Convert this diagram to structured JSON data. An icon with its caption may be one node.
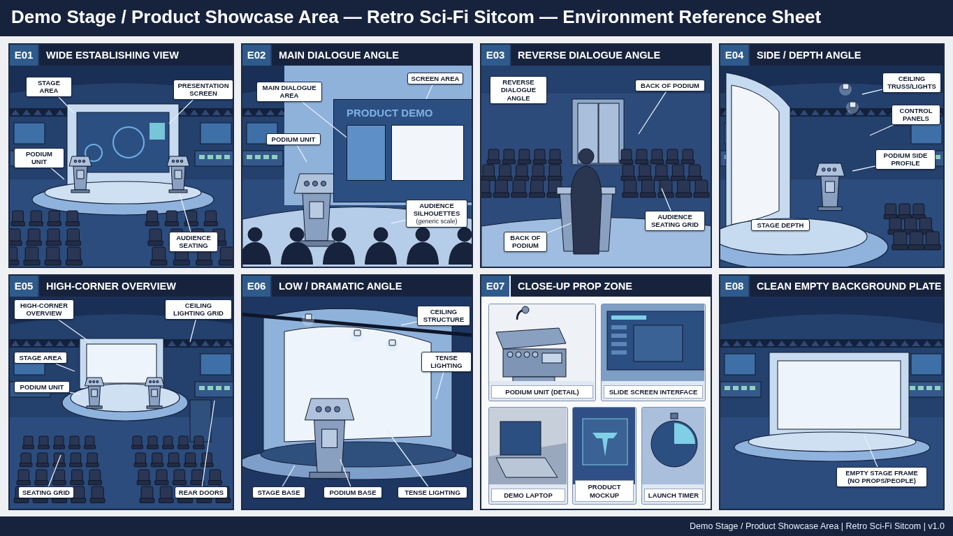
{
  "diagram": {
    "title": "Demo Stage / Product Showcase Area — Retro Sci-Fi Sitcom — Environment Reference Sheet",
    "caption": "Demo Stage / Product Showcase Area | Retro Sci-Fi Sitcom | v1.0",
    "nodes": [
      {
        "text": [
          "E01",
          "WIDE ESTABLISHING VIEW"
        ]
      },
      {
        "text": [
          "STAGE AREA"
        ],
        "in": 0
      },
      {
        "text": [
          "PRESENTATION SCREEN"
        ],
        "in": 0
      },
      {
        "text": [
          "PODIUM UNIT"
        ],
        "in": 0
      },
      {
        "text": [
          "AUDIENCE SEATING"
        ],
        "in": 0
      },
      {
        "text": [
          "E02",
          "MAIN DIALOGUE ANGLE"
        ]
      },
      {
        "text": [
          "MAIN DIALOGUE AREA"
        ],
        "in": 5
      },
      {
        "text": [
          "SCREEN AREA"
        ],
        "in": 5
      },
      {
        "text": [
          "PODIUM UNIT"
        ],
        "in": 5
      },
      {
        "text": [
          "AUDIENCE SILHOUETTES",
          "(generic scale)"
        ],
        "in": 5
      },
      {
        "text": [
          "E03",
          "REVERSE DIALOGUE ANGLE"
        ]
      },
      {
        "text": [
          "REVERSE DIALOGUE ANGLE"
        ],
        "in": 10
      },
      {
        "text": [
          "BACK OF PODIUM"
        ],
        "in": 10
      },
      {
        "text": [
          "AUDIENCE SEATING GRID"
        ],
        "in": 10
      },
      {
        "text": [
          "BACK OF PODIUM"
        ],
        "in": 10
      },
      {
        "text": [
          "E04",
          "SIDE / DEPTH ANGLE"
        ]
      },
      {
        "text": [
          "CEILING TRUSS/LIGHTS"
        ],
        "in": 15
      },
      {
        "text": [
          "CONTROL PANELS"
        ],
        "in": 15
      },
      {
        "text": [
          "PODIUM SIDE PROFILE"
        ],
        "in": 15
      },
      {
        "text": [
          "STAGE DEPTH"
        ],
        "in": 15
      },
      {
        "text": [
          "E05",
          "HIGH-CORNER OVERVIEW"
        ]
      },
      {
        "text": [
          "HIGH-CORNER OVERVIEW"
        ],
        "in": 20
      },
      {
        "text": [
          "CEILING LIGHTING GRID"
        ],
        "in": 20
      },
      {
        "text": [
          "STAGE AREA"
        ],
        "in": 20
      },
      {
        "text": [
          "PODIUM UNIT"
        ],
        "in": 20
      },
      {
        "text": [
          "SEATING GRID"
        ],
        "in": 20
      },
      {
        "text": [
          "REAR DOORS"
        ],
        "in": 20
      },
      {
        "text": [
          "E06",
          "LOW / DRAMATIC ANGLE"
        ]
      },
      {
        "text": [
          "CEILING STRUCTURE"
        ],
        "in": 27
      },
      {
        "text": [
          "TENSE LIGHTING"
        ],
        "in": 27
      },
      {
        "text": [
          "STAGE BASE"
        ],
        "in": 27
      },
      {
        "text": [
          "PODIUM BASE"
        ],
        "in": 27
      },
      {
        "text": [
          "TENSE LIGHTING"
        ],
        "in": 27
      },
      {
        "text": [
          "E07",
          "CLOSE-UP PROP ZONE"
        ]
      },
      {
        "text": [
          "PODIUM UNIT (DETAIL)"
        ],
        "in": 33
      },
      {
        "text": [
          "SLIDE SCREEN INTERFACE"
        ],
        "in": 33
      },
      {
        "text": [
          "DEMO LAPTOP"
        ],
        "in": 33
      },
      {
        "text": [
          "PRODUCT MOCKUP"
        ],
        "in": 33
      },
      {
        "text": [
          "LAUNCH TIMER"
        ],
        "in": 33
      },
      {
        "text": [
          "E08",
          "CLEAN EMPTY BACKGROUND PLATE"
        ]
      },
      {
        "text": [
          "EMPTY STAGE FRAME (NO PROPS/PEOPLE)"
        ],
        "in": 39
      },
      {
        "text": [],
        "shape": "box",
        "in": 5
      },
      {
        "text": [],
        "shape": "box",
        "in": 41
      },
      {
        "text": [],
        "shape": "box",
        "in": 41
      }
    ],
    "edges": [
      {
        "from": 1,
        "to": null,
        "arrow": "none"
      },
      {
        "from": 2,
        "to": null,
        "arrow": "none"
      },
      {
        "from": 3,
        "to": null,
        "arrow": "none"
      },
      {
        "from": 4,
        "to": null,
        "arrow": "none"
      },
      {
        "from": 6,
        "to": 42,
        "arrow": "none"
      },
      {
        "from": 7,
        "to": 41,
        "arrow": "none"
      },
      {
        "from": 8,
        "to": null,
        "arrow": "none"
      },
      {
        "from": 9,
        "to": null,
        "arrow": "none"
      },
      {
        "from": 12,
        "to": null,
        "arrow": "none"
      },
      {
        "from": 13,
        "to": null,
        "arrow": "none"
      },
      {
        "from": 14,
        "to": null,
        "arrow": "none"
      },
      {
        "from": 16,
        "to": null,
        "arrow": "none"
      },
      {
        "from": 17,
        "to": null,
        "arrow": "none"
      },
      {
        "from": 18,
        "to": null,
        "arrow": "none"
      },
      {
        "from": 21,
        "to": null,
        "arrow": "none"
      },
      {
        "from": 22,
        "to": null,
        "arrow": "none"
      },
      {
        "from": 23,
        "to": null,
        "arrow": "none"
      },
      {
        "from": 24,
        "to": null,
        "arrow": "none"
      },
      {
        "from": 25,
        "to": null,
        "arrow": "none"
      },
      {
        "from": 26,
        "to": null,
        "arrow": "none"
      },
      {
        "from": 28,
        "to": null,
        "arrow": "none"
      },
      {
        "from": 29,
        "to": null,
        "arrow": "none"
      },
      {
        "from": 30,
        "to": null,
        "arrow": "none"
      },
      {
        "from": 31,
        "to": null,
        "arrow": "none"
      },
      {
        "from": 32,
        "to": null,
        "arrow": "none"
      },
      {
        "from": 40,
        "to": null,
        "arrow": "none"
      }
    ],
    "labels": [
      "PRODUCT DEMO"
    ]
  }
}
